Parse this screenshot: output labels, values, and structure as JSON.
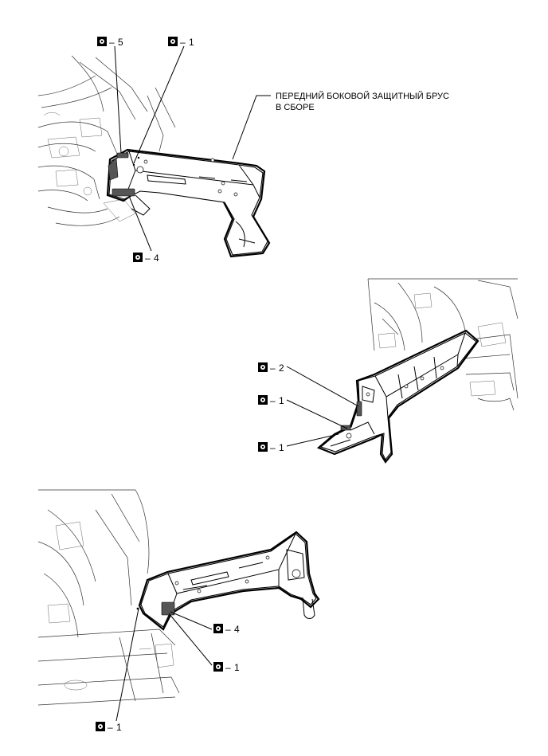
{
  "part_label": {
    "line1": "ПЕРЕДНИЙ БОКОВОЙ ЗАЩИТНЫЙ БРУС",
    "line2": "В СБОРЕ"
  },
  "view1": {
    "callouts": [
      {
        "id": "v1-c5",
        "separator": "–",
        "number": "5"
      },
      {
        "id": "v1-c1",
        "separator": "–",
        "number": "1"
      },
      {
        "id": "v1-c4",
        "separator": "–",
        "number": "4"
      }
    ]
  },
  "view2": {
    "callouts": [
      {
        "id": "v2-c2",
        "separator": "–",
        "number": "2"
      },
      {
        "id": "v2-c1a",
        "separator": "–",
        "number": "1"
      },
      {
        "id": "v2-c1b",
        "separator": "–",
        "number": "1"
      }
    ]
  },
  "view3": {
    "callouts": [
      {
        "id": "v3-c4",
        "separator": "–",
        "number": "4"
      },
      {
        "id": "v3-c1a",
        "separator": "–",
        "number": "1"
      },
      {
        "id": "v3-c1b",
        "separator": "–",
        "number": "1"
      }
    ]
  },
  "icon": "weld-spot-symbol-icon"
}
